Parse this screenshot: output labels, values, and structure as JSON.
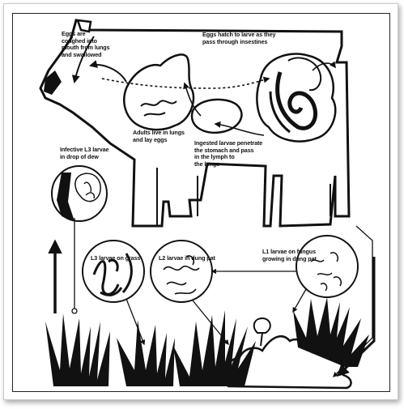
{
  "labels": {
    "eggs_coughed": "Eggs are\ncoughed into\nmouth from lungs\nand swallowed",
    "eggs_hatch": "Eggs hatch to larve as they\npass through insestines",
    "adults_lungs": "Adults live in lungs\nand lay eggs",
    "ingested_larvae": "Ingested larvae penetrate\nthe stomach and pass\nin the lymph to\nthe lungs",
    "infective_l3": "Infective L3 larvae\nin drop of dew",
    "l3_grass": "L3 larvae on grass",
    "l2_dung": "L2 larvae in dung pat",
    "l1_fungus": "L1 larvae on fungus\ngrowing in dung pat"
  }
}
